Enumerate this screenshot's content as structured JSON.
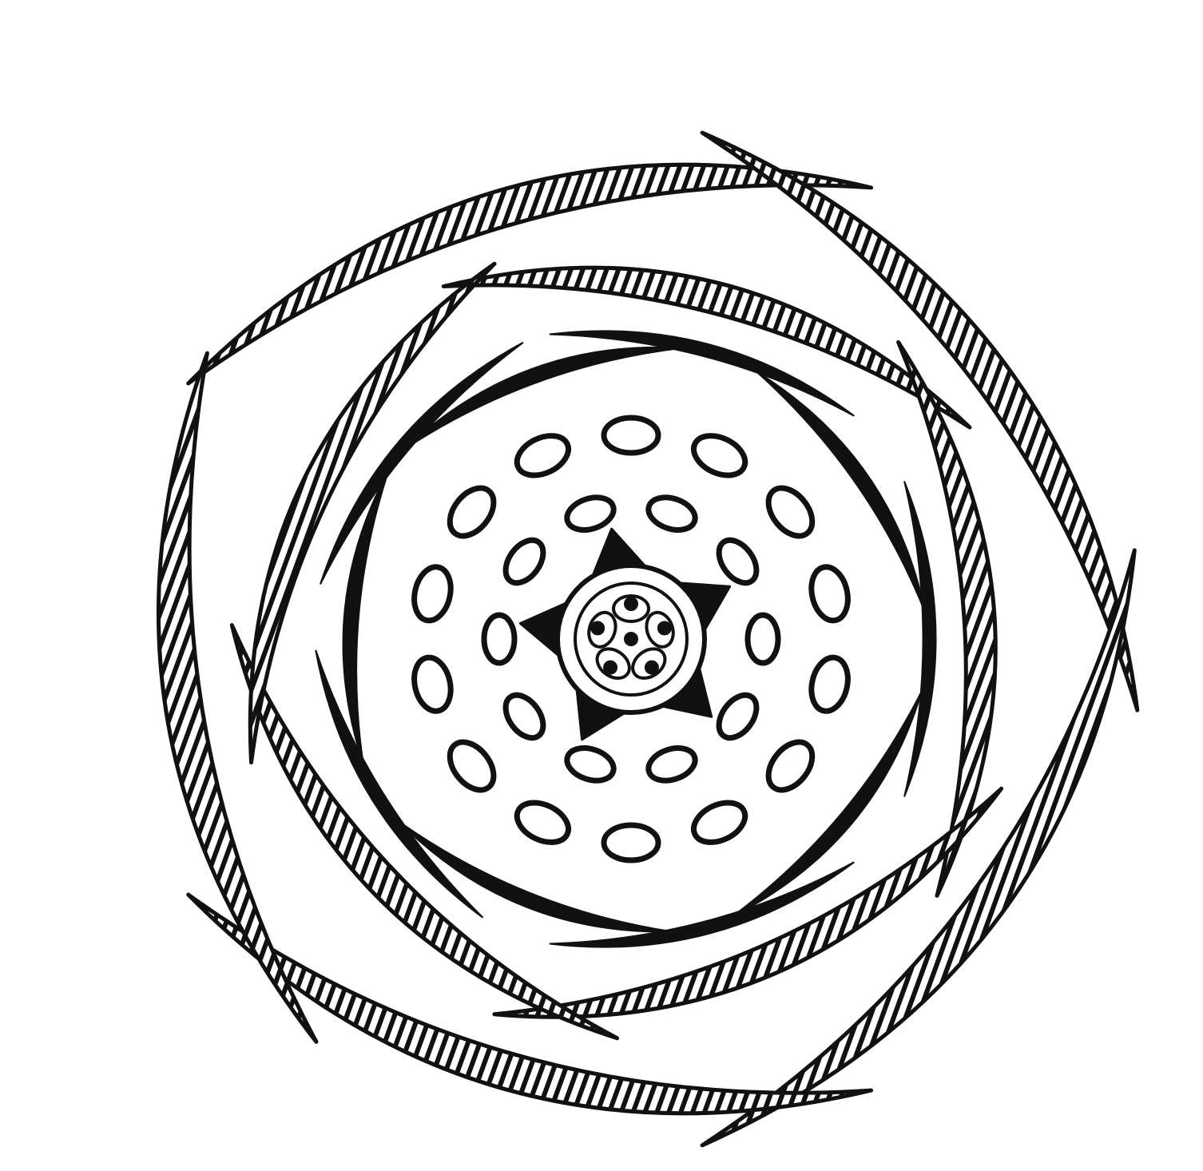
{
  "diagram": {
    "colors": {
      "ink": "#111111",
      "hatch_bg": "#ffffff",
      "background": "#ffffff"
    },
    "whorls": [
      {
        "name": "outer-hatched-sepals",
        "count": 5,
        "fill": "hatched"
      },
      {
        "name": "inner-hatched-petals",
        "count": 5,
        "fill": "hatched"
      },
      {
        "name": "solid-black-crescents-outer",
        "count": 5,
        "fill": "solid"
      },
      {
        "name": "solid-black-crescents-inner",
        "count": 5,
        "fill": "solid"
      },
      {
        "name": "stamens-outer-ring",
        "count": 14,
        "fill": "outline"
      },
      {
        "name": "stamens-inner-ring",
        "count": 10,
        "fill": "outline"
      },
      {
        "name": "ovary-star",
        "count": 1,
        "points": 5,
        "locules": 5
      }
    ]
  }
}
